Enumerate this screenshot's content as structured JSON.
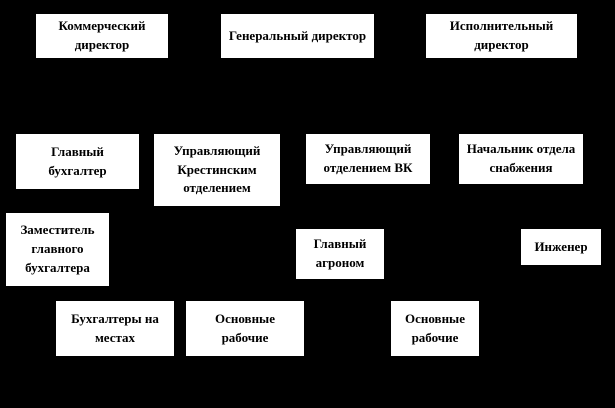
{
  "diagram": {
    "type": "org-chart",
    "background_color": "#000000",
    "box_fill_color": "#ffffff",
    "box_text_color": "#000000",
    "boxes": [
      {
        "id": "commercial-director",
        "label": "Коммерческий директор"
      },
      {
        "id": "general-director",
        "label": "Генеральный директор"
      },
      {
        "id": "executive-director",
        "label": "Исполнительный директор"
      },
      {
        "id": "chief-accountant",
        "label": "Главный бухгалтер"
      },
      {
        "id": "krestinsky-manager",
        "label": "Управляющий Крестинским отделением"
      },
      {
        "id": "vk-manager",
        "label": "Управляющий отделением ВК"
      },
      {
        "id": "supply-head",
        "label": "Начальник отдела снабжения"
      },
      {
        "id": "deputy-accountant",
        "label": "Заместитель главного бухгалтера"
      },
      {
        "id": "chief-agronomist",
        "label": "Главный агроном"
      },
      {
        "id": "engineer",
        "label": "Инженер"
      },
      {
        "id": "field-accountants",
        "label": "Бухгалтеры на местах"
      },
      {
        "id": "main-workers-1",
        "label": "Основные рабочие"
      },
      {
        "id": "main-workers-2",
        "label": "Основные рабочие"
      }
    ]
  }
}
